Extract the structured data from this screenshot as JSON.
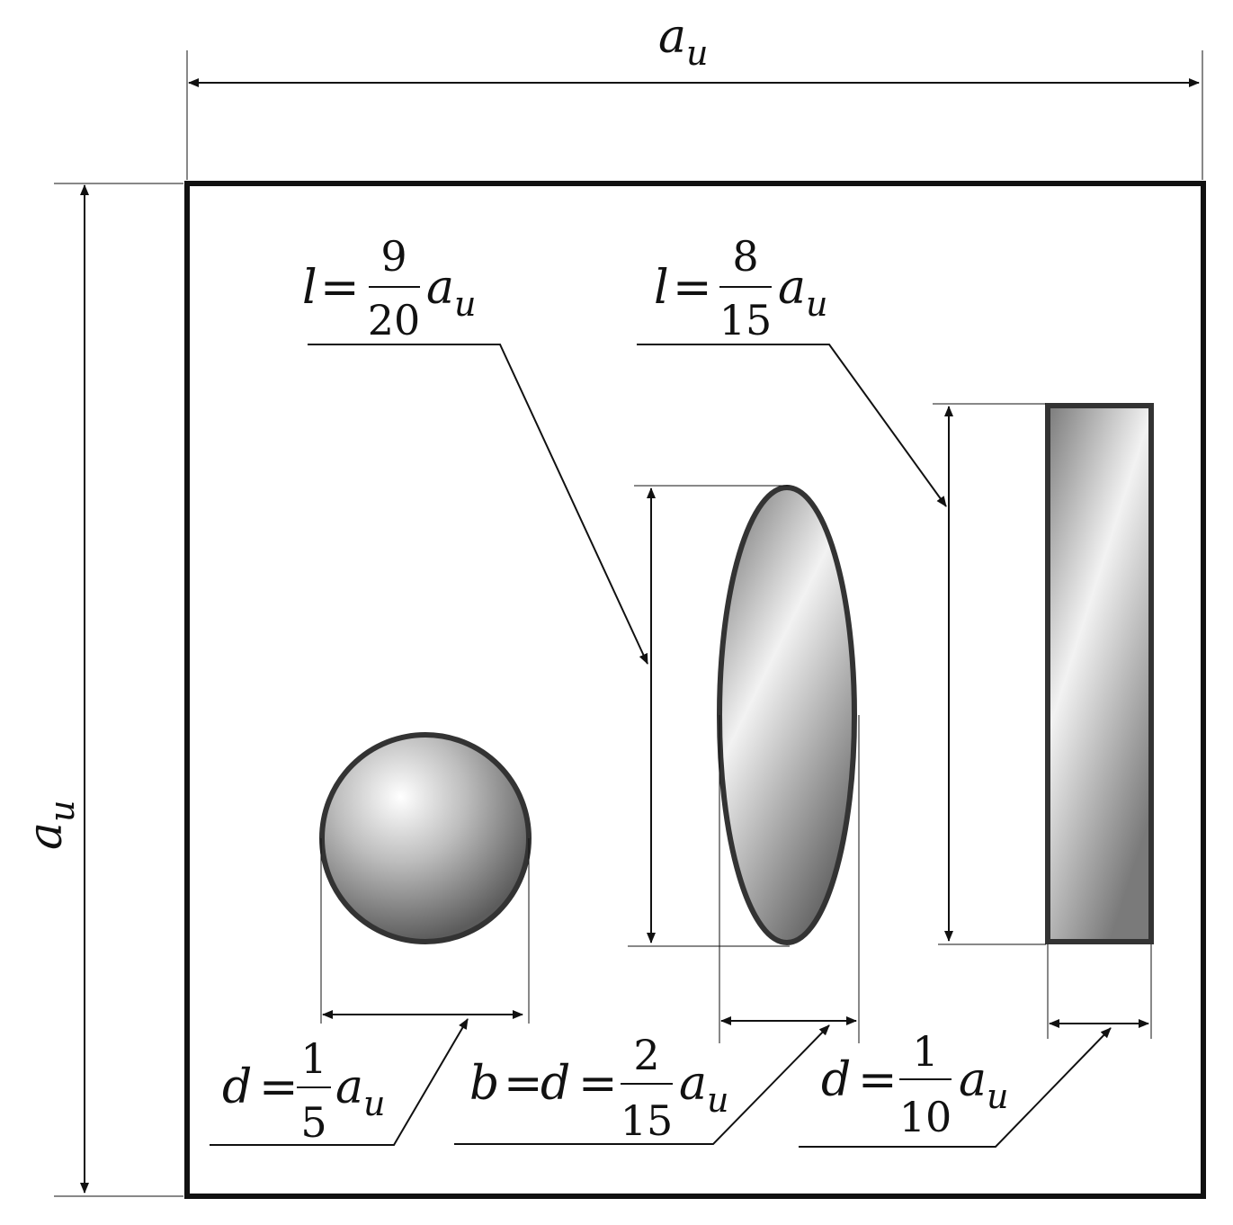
{
  "dimension_top": {
    "symbol": "a",
    "subscript": "u"
  },
  "dimension_left": {
    "symbol": "a",
    "subscript": "u"
  },
  "callouts": {
    "ellipsoid_length": {
      "var": "l",
      "eq": "=",
      "num": "9",
      "den": "20",
      "sym": "a",
      "sub": "u"
    },
    "cylinder_length": {
      "var": "l",
      "eq": "=",
      "num": "8",
      "den": "15",
      "sym": "a",
      "sub": "u"
    },
    "sphere_diameter": {
      "var": "d",
      "eq": "=",
      "num": "1",
      "den": "5",
      "sym": "a",
      "sub": "u"
    },
    "ellipsoid_width": {
      "var": "b",
      "eq1": "=",
      "var2": "d",
      "eq": "=",
      "num": "2",
      "den": "15",
      "sym": "a",
      "sub": "u"
    },
    "cylinder_diameter": {
      "var": "d",
      "eq": "=",
      "num": "1",
      "den": "10",
      "sym": "a",
      "sub": "u"
    }
  },
  "shapes": [
    "sphere",
    "ellipsoid",
    "cylinder"
  ],
  "colors": {
    "ink": "#111111",
    "shade_dark": "#5c5c5c",
    "shade_light": "#f2f2f2"
  }
}
